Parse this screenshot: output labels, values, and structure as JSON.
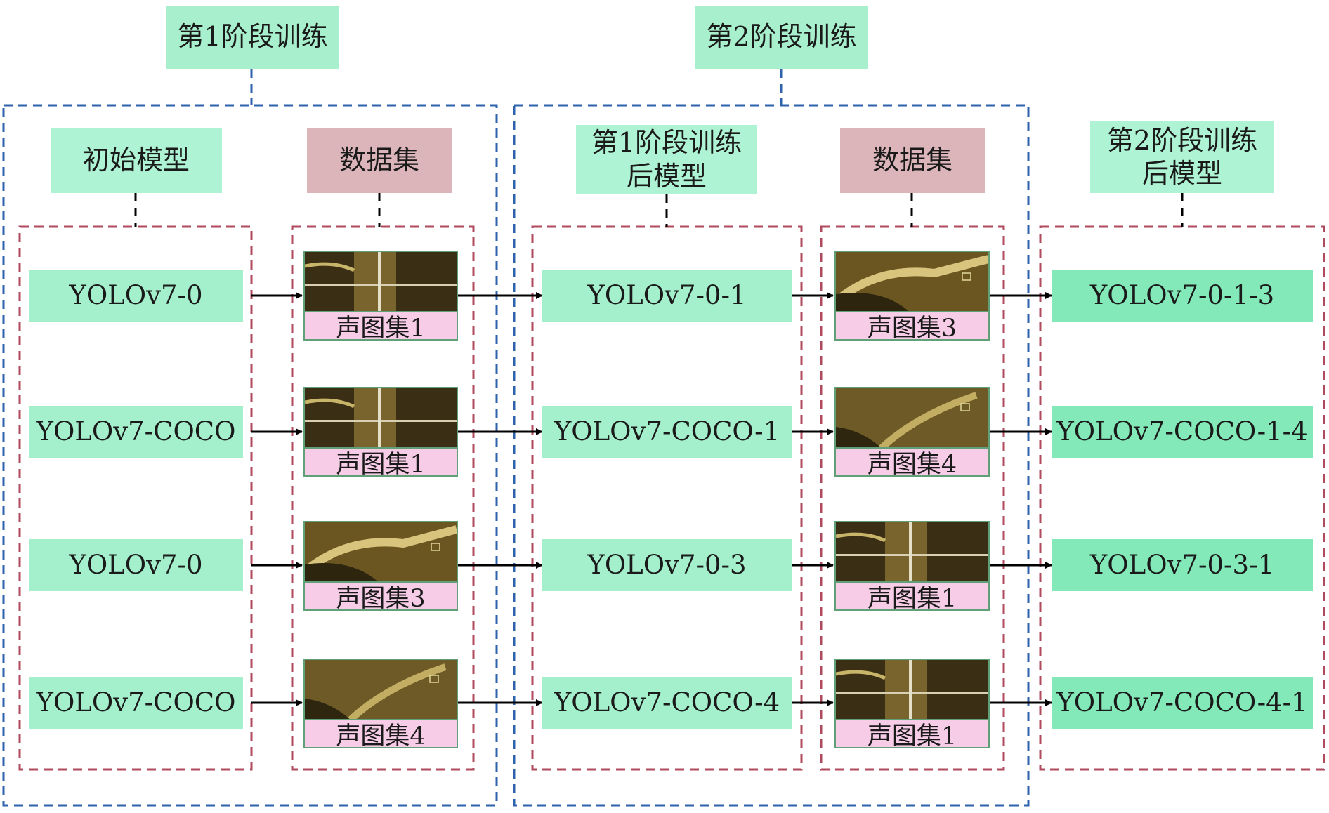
{
  "stages": {
    "stage1": "第1阶段训练",
    "stage2": "第2阶段训练"
  },
  "headers": {
    "initial_model": "初始模型",
    "dataset_1": "数据集",
    "stage1_model": "第1阶段训练后模型",
    "dataset_2": "数据集",
    "stage2_model": "第2阶段训练后模型"
  },
  "initial_models": [
    "YOLOv7-0",
    "YOLOv7-COCO",
    "YOLOv7-0",
    "YOLOv7-COCO"
  ],
  "stage1_datasets": [
    "声图集1",
    "声图集1",
    "声图集3",
    "声图集4"
  ],
  "stage1_models": [
    "YOLOv7-0-1",
    "YOLOv7-COCO-1",
    "YOLOv7-0-3",
    "YOLOv7-COCO-4"
  ],
  "stage2_datasets": [
    "声图集3",
    "声图集4",
    "声图集1",
    "声图集1"
  ],
  "stage2_models": [
    "YOLOv7-0-1-3",
    "YOLOv7-COCO-1-4",
    "YOLOv7-0-3-1",
    "YOLOv7-COCO-4-1"
  ],
  "colors": {
    "stage_border": "#2f62ad",
    "group_border": "#b04a5e",
    "label_green": "#aef3d3",
    "final_green": "#84e9b9",
    "dataset_header": "#dbb5b9",
    "dataset_caption": "#f6cce6",
    "arrow": "#000000"
  }
}
